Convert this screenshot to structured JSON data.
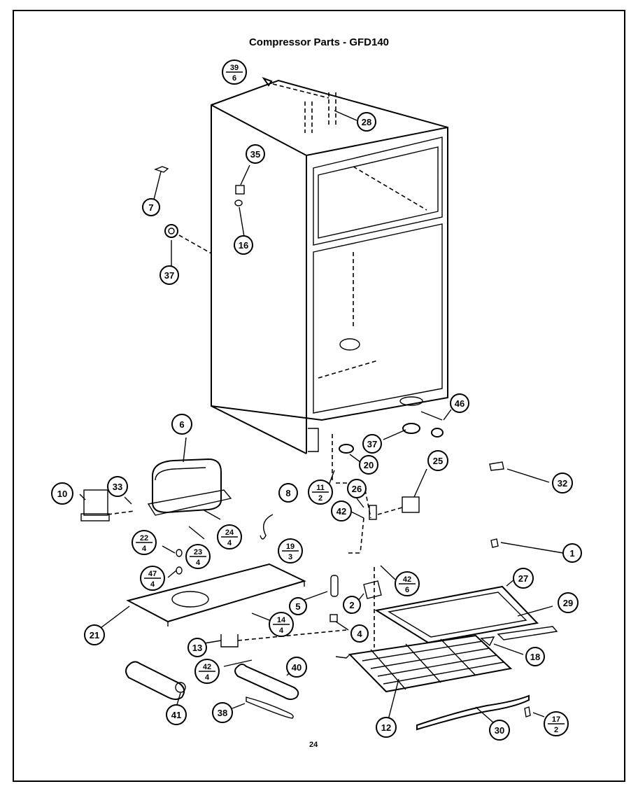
{
  "title": "Compressor Parts - GFD140",
  "page_number": "24",
  "callouts": [
    {
      "id": "c39",
      "num": "39",
      "qty": "6"
    },
    {
      "id": "c28",
      "num": "28"
    },
    {
      "id": "c35",
      "num": "35"
    },
    {
      "id": "c7",
      "num": "7"
    },
    {
      "id": "c16",
      "num": "16"
    },
    {
      "id": "c37a",
      "num": "37"
    },
    {
      "id": "c46",
      "num": "46"
    },
    {
      "id": "c6",
      "num": "6"
    },
    {
      "id": "c37b",
      "num": "37"
    },
    {
      "id": "c20",
      "num": "20"
    },
    {
      "id": "c25",
      "num": "25"
    },
    {
      "id": "c10",
      "num": "10"
    },
    {
      "id": "c33",
      "num": "33"
    },
    {
      "id": "c8",
      "num": "8"
    },
    {
      "id": "c11",
      "num": "11",
      "qty": "2"
    },
    {
      "id": "c26",
      "num": "26"
    },
    {
      "id": "c32",
      "num": "32"
    },
    {
      "id": "c42a",
      "num": "42"
    },
    {
      "id": "c22",
      "num": "22",
      "qty": "4"
    },
    {
      "id": "c23",
      "num": "23",
      "qty": "4"
    },
    {
      "id": "c24",
      "num": "24",
      "qty": "4"
    },
    {
      "id": "c1",
      "num": "1"
    },
    {
      "id": "c19",
      "num": "19",
      "qty": "3"
    },
    {
      "id": "c47",
      "num": "47",
      "qty": "4"
    },
    {
      "id": "c42b",
      "num": "42",
      "qty": "6"
    },
    {
      "id": "c27",
      "num": "27"
    },
    {
      "id": "c5",
      "num": "5"
    },
    {
      "id": "c2",
      "num": "2"
    },
    {
      "id": "c29",
      "num": "29"
    },
    {
      "id": "c14",
      "num": "14",
      "qty": "4"
    },
    {
      "id": "c21",
      "num": "21"
    },
    {
      "id": "c4",
      "num": "4"
    },
    {
      "id": "c13",
      "num": "13"
    },
    {
      "id": "c18",
      "num": "18"
    },
    {
      "id": "c42c",
      "num": "42",
      "qty": "4"
    },
    {
      "id": "c40",
      "num": "40"
    },
    {
      "id": "c41",
      "num": "41"
    },
    {
      "id": "c38",
      "num": "38"
    },
    {
      "id": "c12",
      "num": "12"
    },
    {
      "id": "c30",
      "num": "30"
    },
    {
      "id": "c17",
      "num": "17",
      "qty": "2"
    }
  ]
}
